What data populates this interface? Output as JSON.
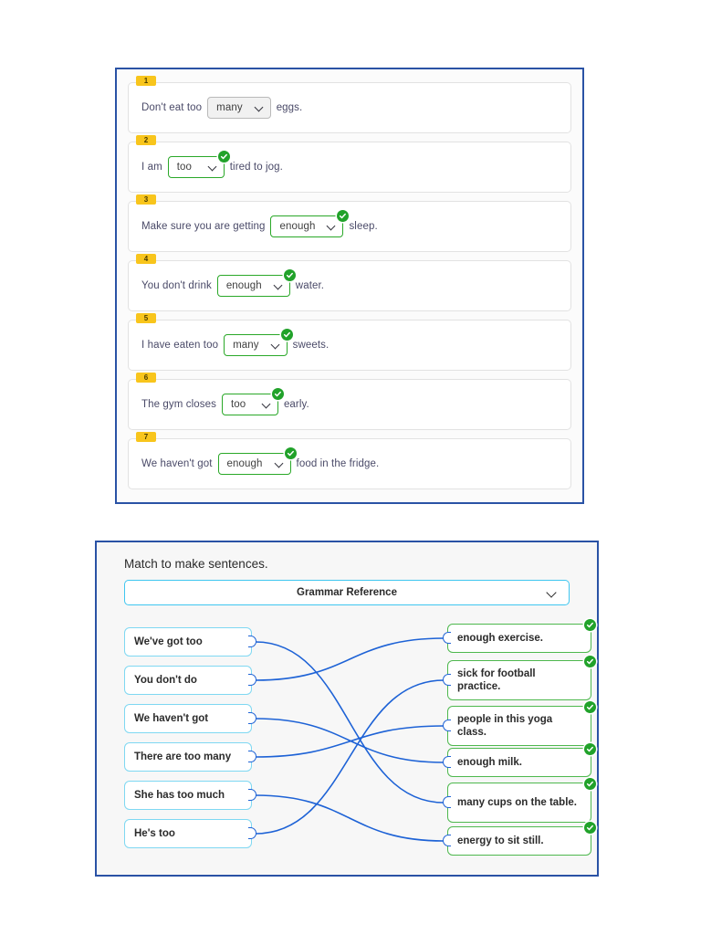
{
  "gapfill": {
    "items": [
      {
        "num": "1",
        "before": "Don't eat too",
        "answer": "many",
        "after": "eggs.",
        "validated": false
      },
      {
        "num": "2",
        "before": "I am",
        "answer": "too",
        "after": "tired to jog.",
        "validated": true
      },
      {
        "num": "3",
        "before": "Make sure you are getting",
        "answer": "enough",
        "after": "sleep.",
        "validated": true
      },
      {
        "num": "4",
        "before": "You don't drink",
        "answer": "enough",
        "after": "water.",
        "validated": true
      },
      {
        "num": "5",
        "before": "I have eaten too",
        "answer": "many",
        "after": "sweets.",
        "validated": true
      },
      {
        "num": "6",
        "before": "The gym closes",
        "answer": "too",
        "after": "early.",
        "validated": true
      },
      {
        "num": "7",
        "before": "We haven't got",
        "answer": "enough",
        "after": "food in the fridge.",
        "validated": true
      }
    ]
  },
  "match": {
    "title": "Match to make sentences.",
    "grammar_reference_label": "Grammar Reference",
    "left_items": [
      {
        "label": "We've got too"
      },
      {
        "label": "You don't do"
      },
      {
        "label": "We haven't got"
      },
      {
        "label": "There are too many"
      },
      {
        "label": "She has too much"
      },
      {
        "label": "He's too"
      }
    ],
    "right_items": [
      {
        "label": "enough exercise.",
        "validated": true
      },
      {
        "label": "sick for football practice.",
        "validated": true
      },
      {
        "label": "people in this yoga class.",
        "validated": true
      },
      {
        "label": "enough milk.",
        "validated": true
      },
      {
        "label": "many cups on the table.",
        "validated": true
      },
      {
        "label": "energy to sit still.",
        "validated": true
      }
    ],
    "connections": [
      {
        "from": 0,
        "to": 4
      },
      {
        "from": 1,
        "to": 0
      },
      {
        "from": 2,
        "to": 3
      },
      {
        "from": 3,
        "to": 2
      },
      {
        "from": 4,
        "to": 5
      },
      {
        "from": 5,
        "to": 1
      }
    ]
  },
  "colors": {
    "panel_border": "#2a52a5",
    "badge": "#f8c51c",
    "valid_green": "#2aa828",
    "wire_blue": "#1d62d6",
    "left_card_border": "#7fd8f2"
  }
}
